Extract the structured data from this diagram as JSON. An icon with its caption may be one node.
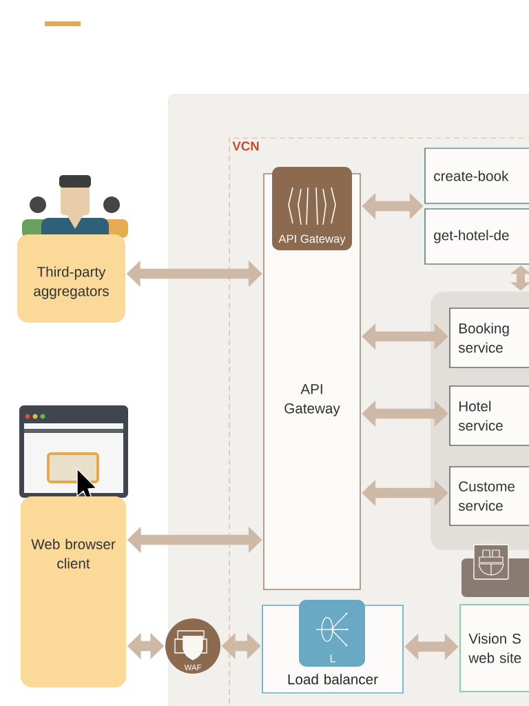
{
  "diagram": {
    "nodes": [
      {
        "text": [
          "VCN"
        ]
      },
      {
        "text": [
          "Third-party aggregators"
        ]
      },
      {
        "text": [
          "Web browser client"
        ]
      },
      {
        "text": [
          "API Gateway",
          "API Gateway"
        ],
        "in": 0
      },
      {
        "text": [
          "create-book"
        ],
        "in": 0
      },
      {
        "text": [
          "get-hotel-de"
        ],
        "in": 0
      },
      {
        "text": [],
        "shape": "box",
        "in": 0
      },
      {
        "text": [
          "Booking service"
        ],
        "in": 6
      },
      {
        "text": [
          "Hotel service"
        ],
        "in": 6
      },
      {
        "text": [
          "Custome service"
        ],
        "in": 6
      },
      {
        "text": [
          "WAF"
        ]
      },
      {
        "text": [
          "L",
          "Load balancer"
        ],
        "in": 0
      },
      {
        "text": [],
        "shape": "bar",
        "in": 0
      },
      {
        "text": [
          "Vision S web site"
        ],
        "in": 0
      }
    ],
    "edges": [
      {
        "from": 1,
        "to": 3,
        "arrow": "both"
      },
      {
        "from": 3,
        "to": 4,
        "arrow": "both"
      },
      {
        "from": 3,
        "to": 5,
        "arrow": "both"
      },
      {
        "from": 5,
        "to": 6,
        "arrow": "both"
      },
      {
        "from": 3,
        "to": 7,
        "arrow": "both"
      },
      {
        "from": 3,
        "to": 8,
        "arrow": "both"
      },
      {
        "from": 3,
        "to": 9,
        "arrow": "both"
      },
      {
        "from": 2,
        "to": 3,
        "arrow": "both"
      },
      {
        "from": 2,
        "to": 10,
        "arrow": "both"
      },
      {
        "from": 10,
        "to": 11,
        "arrow": "both"
      },
      {
        "from": 11,
        "to": 13,
        "arrow": "both"
      }
    ]
  }
}
